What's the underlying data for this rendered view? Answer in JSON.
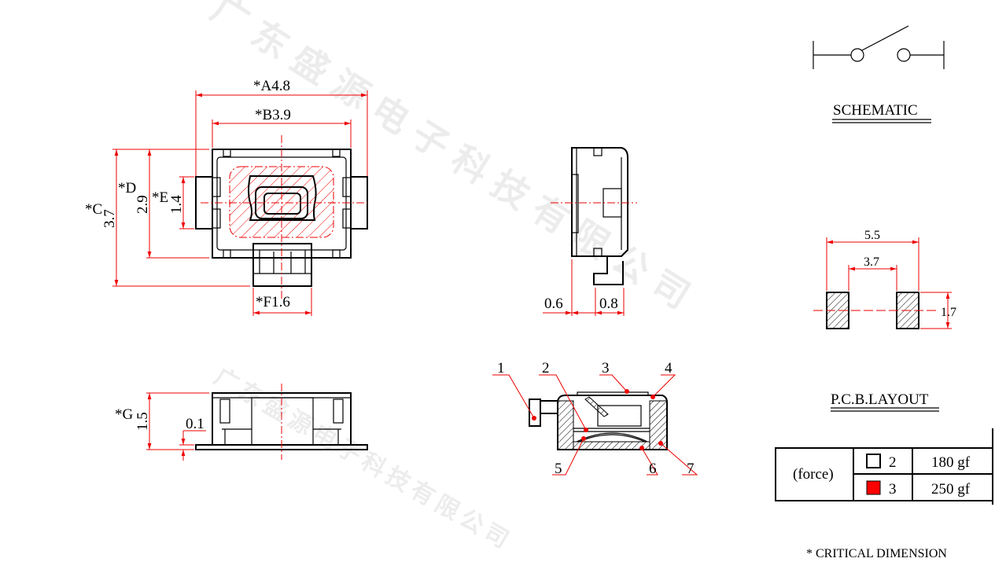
{
  "watermark": "广东盛源电子科技有限公司",
  "top_view": {
    "dim_a": "*A4.8",
    "dim_b": "*B3.9",
    "dim_c_label": "*C",
    "dim_c_value": "3.7",
    "dim_d_label": "*D",
    "dim_d_value": "2.9",
    "dim_e_label": "*E",
    "dim_e_value": "1.4",
    "dim_f": "*F1.6"
  },
  "side_view": {
    "dim_left": "0.6",
    "dim_right": "0.8"
  },
  "front_view": {
    "dim_g_label": "*G",
    "dim_g_value": "1.5",
    "dim_base": "0.1"
  },
  "section": {
    "callouts": [
      "1",
      "2",
      "3",
      "4",
      "5",
      "6",
      "7"
    ]
  },
  "schematic": {
    "title": "SCHEMATIC"
  },
  "pcb_layout": {
    "title": "P.C.B.LAYOUT",
    "dim_total": "5.5",
    "dim_gap": "3.7",
    "dim_height": "1.7"
  },
  "force_table": {
    "header": "(force)",
    "rows": [
      {
        "code": "2",
        "value": "180 gf",
        "swatch": "#ffffff"
      },
      {
        "code": "3",
        "value": "250 gf",
        "swatch": "#ff0000"
      }
    ]
  },
  "note": "* CRITICAL  DIMENSION"
}
